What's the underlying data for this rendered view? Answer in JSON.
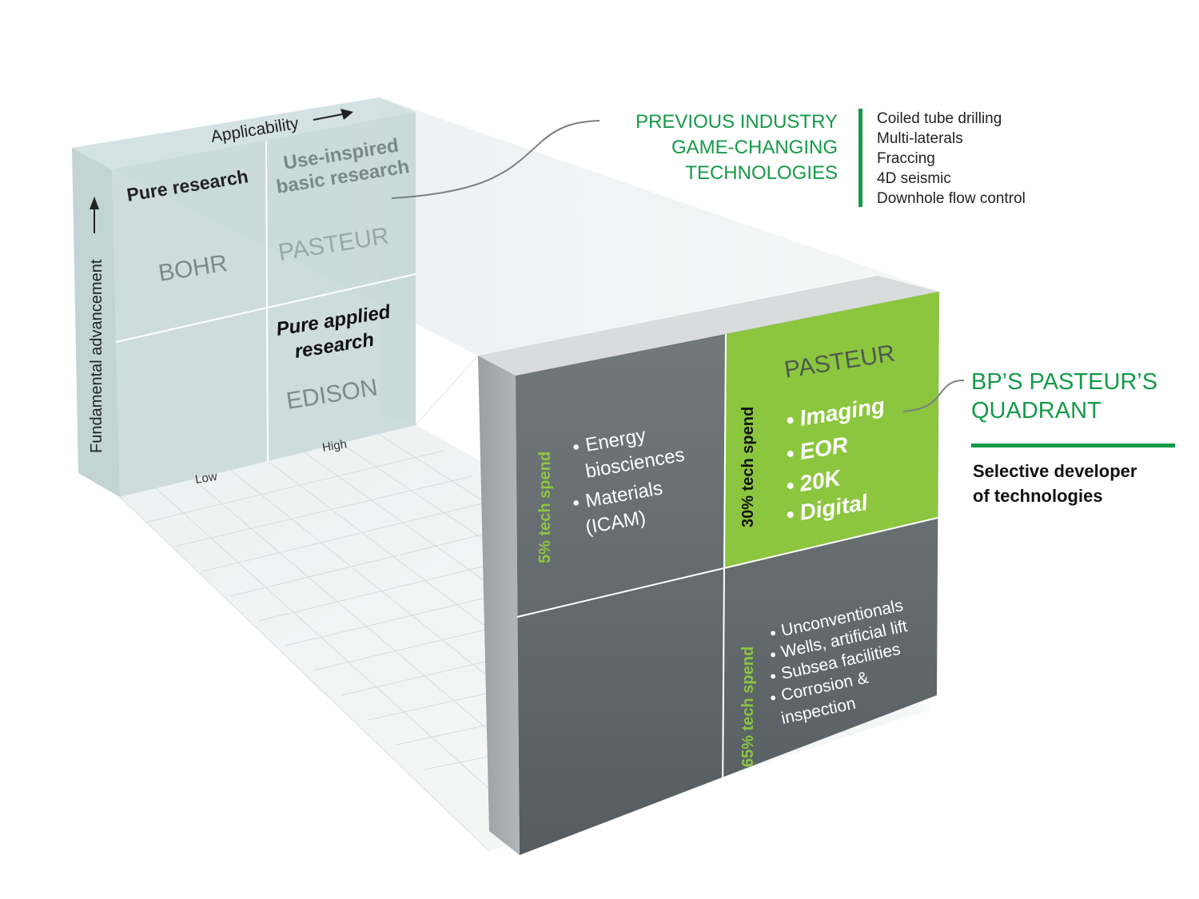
{
  "back_matrix": {
    "axis_x_label": "Applicability",
    "axis_y_label": "Fundamental advancement",
    "tick_low": "Low",
    "tick_high": "High",
    "quadrants": {
      "top_left": {
        "heading": "Pure research",
        "name": "BOHR"
      },
      "top_right": {
        "heading_line1": "Use-inspired",
        "heading_line2": "basic research",
        "name": "PASTEUR"
      },
      "bottom_right": {
        "heading_line1": "Pure applied",
        "heading_line2": "research",
        "name": "EDISON"
      }
    }
  },
  "front_matrix": {
    "top_left": {
      "spend": "5% tech spend",
      "items": [
        "Energy",
        "biosciences",
        "Materials",
        "(ICAM)"
      ]
    },
    "top_right": {
      "title": "PASTEUR",
      "spend": "30% tech spend",
      "items": [
        "Imaging",
        "EOR",
        "20K",
        "Digital"
      ]
    },
    "bottom_right": {
      "spend": "65% tech spend",
      "items": [
        "Unconventionals",
        "Wells, artificial lift",
        "Subsea facilities",
        "Corrosion &",
        "inspection"
      ]
    }
  },
  "previous_technologies": {
    "heading_lines": [
      "PREVIOUS INDUSTRY",
      "GAME-CHANGING",
      "TECHNOLOGIES"
    ],
    "items": [
      "Coiled tube drilling",
      "Multi-laterals",
      "Fraccing",
      "4D seismic",
      "Downhole flow control"
    ]
  },
  "bp_callout": {
    "title_lines": [
      "BP’S PASTEUR’S",
      "QUADRANT"
    ],
    "subtitle_lines": [
      "Selective developer",
      "of technologies"
    ]
  },
  "colors": {
    "accent_green": "#8cc63f",
    "brand_green": "#159a48",
    "dark_panel": "#5f6669",
    "glass": "#c7d6d6"
  }
}
